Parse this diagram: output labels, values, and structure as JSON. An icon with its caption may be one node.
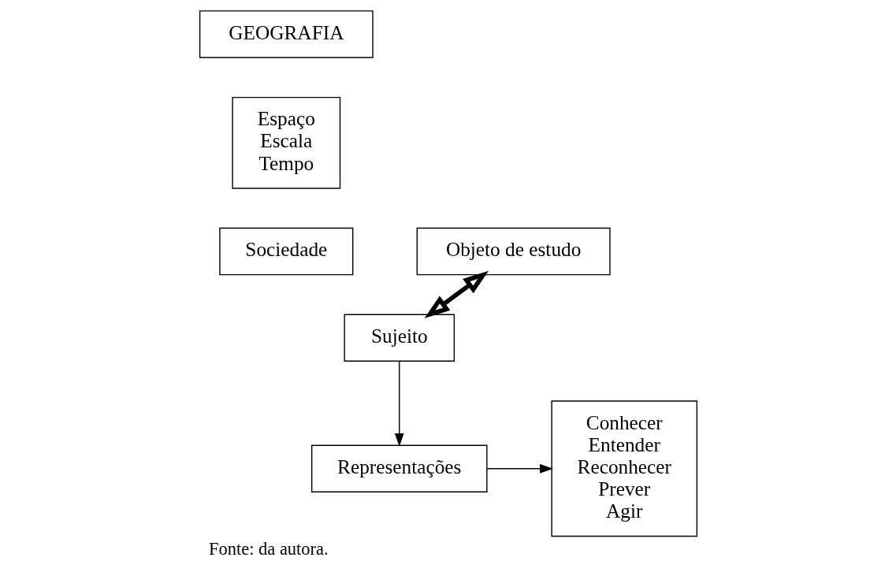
{
  "diagram": {
    "caption": "Fonte: da autora.",
    "nodes": [
      {
        "text": [
          "GEOGRAFIA"
        ]
      },
      {
        "text": [
          "Espaço Escala Tempo"
        ]
      },
      {
        "text": [
          "Sociedade"
        ]
      },
      {
        "text": [
          "Objeto de estudo"
        ]
      },
      {
        "text": [
          "Sujeito"
        ]
      },
      {
        "text": [
          "Representações"
        ]
      },
      {
        "text": [
          "Conhecer Entender Reconhecer Prever Agir"
        ]
      }
    ],
    "edges": [
      {
        "from": 4,
        "to": 3,
        "arrow": "both",
        "style": "thick"
      },
      {
        "from": 4,
        "to": 5,
        "arrow": "to"
      },
      {
        "from": 5,
        "to": 6,
        "arrow": "to"
      }
    ]
  }
}
